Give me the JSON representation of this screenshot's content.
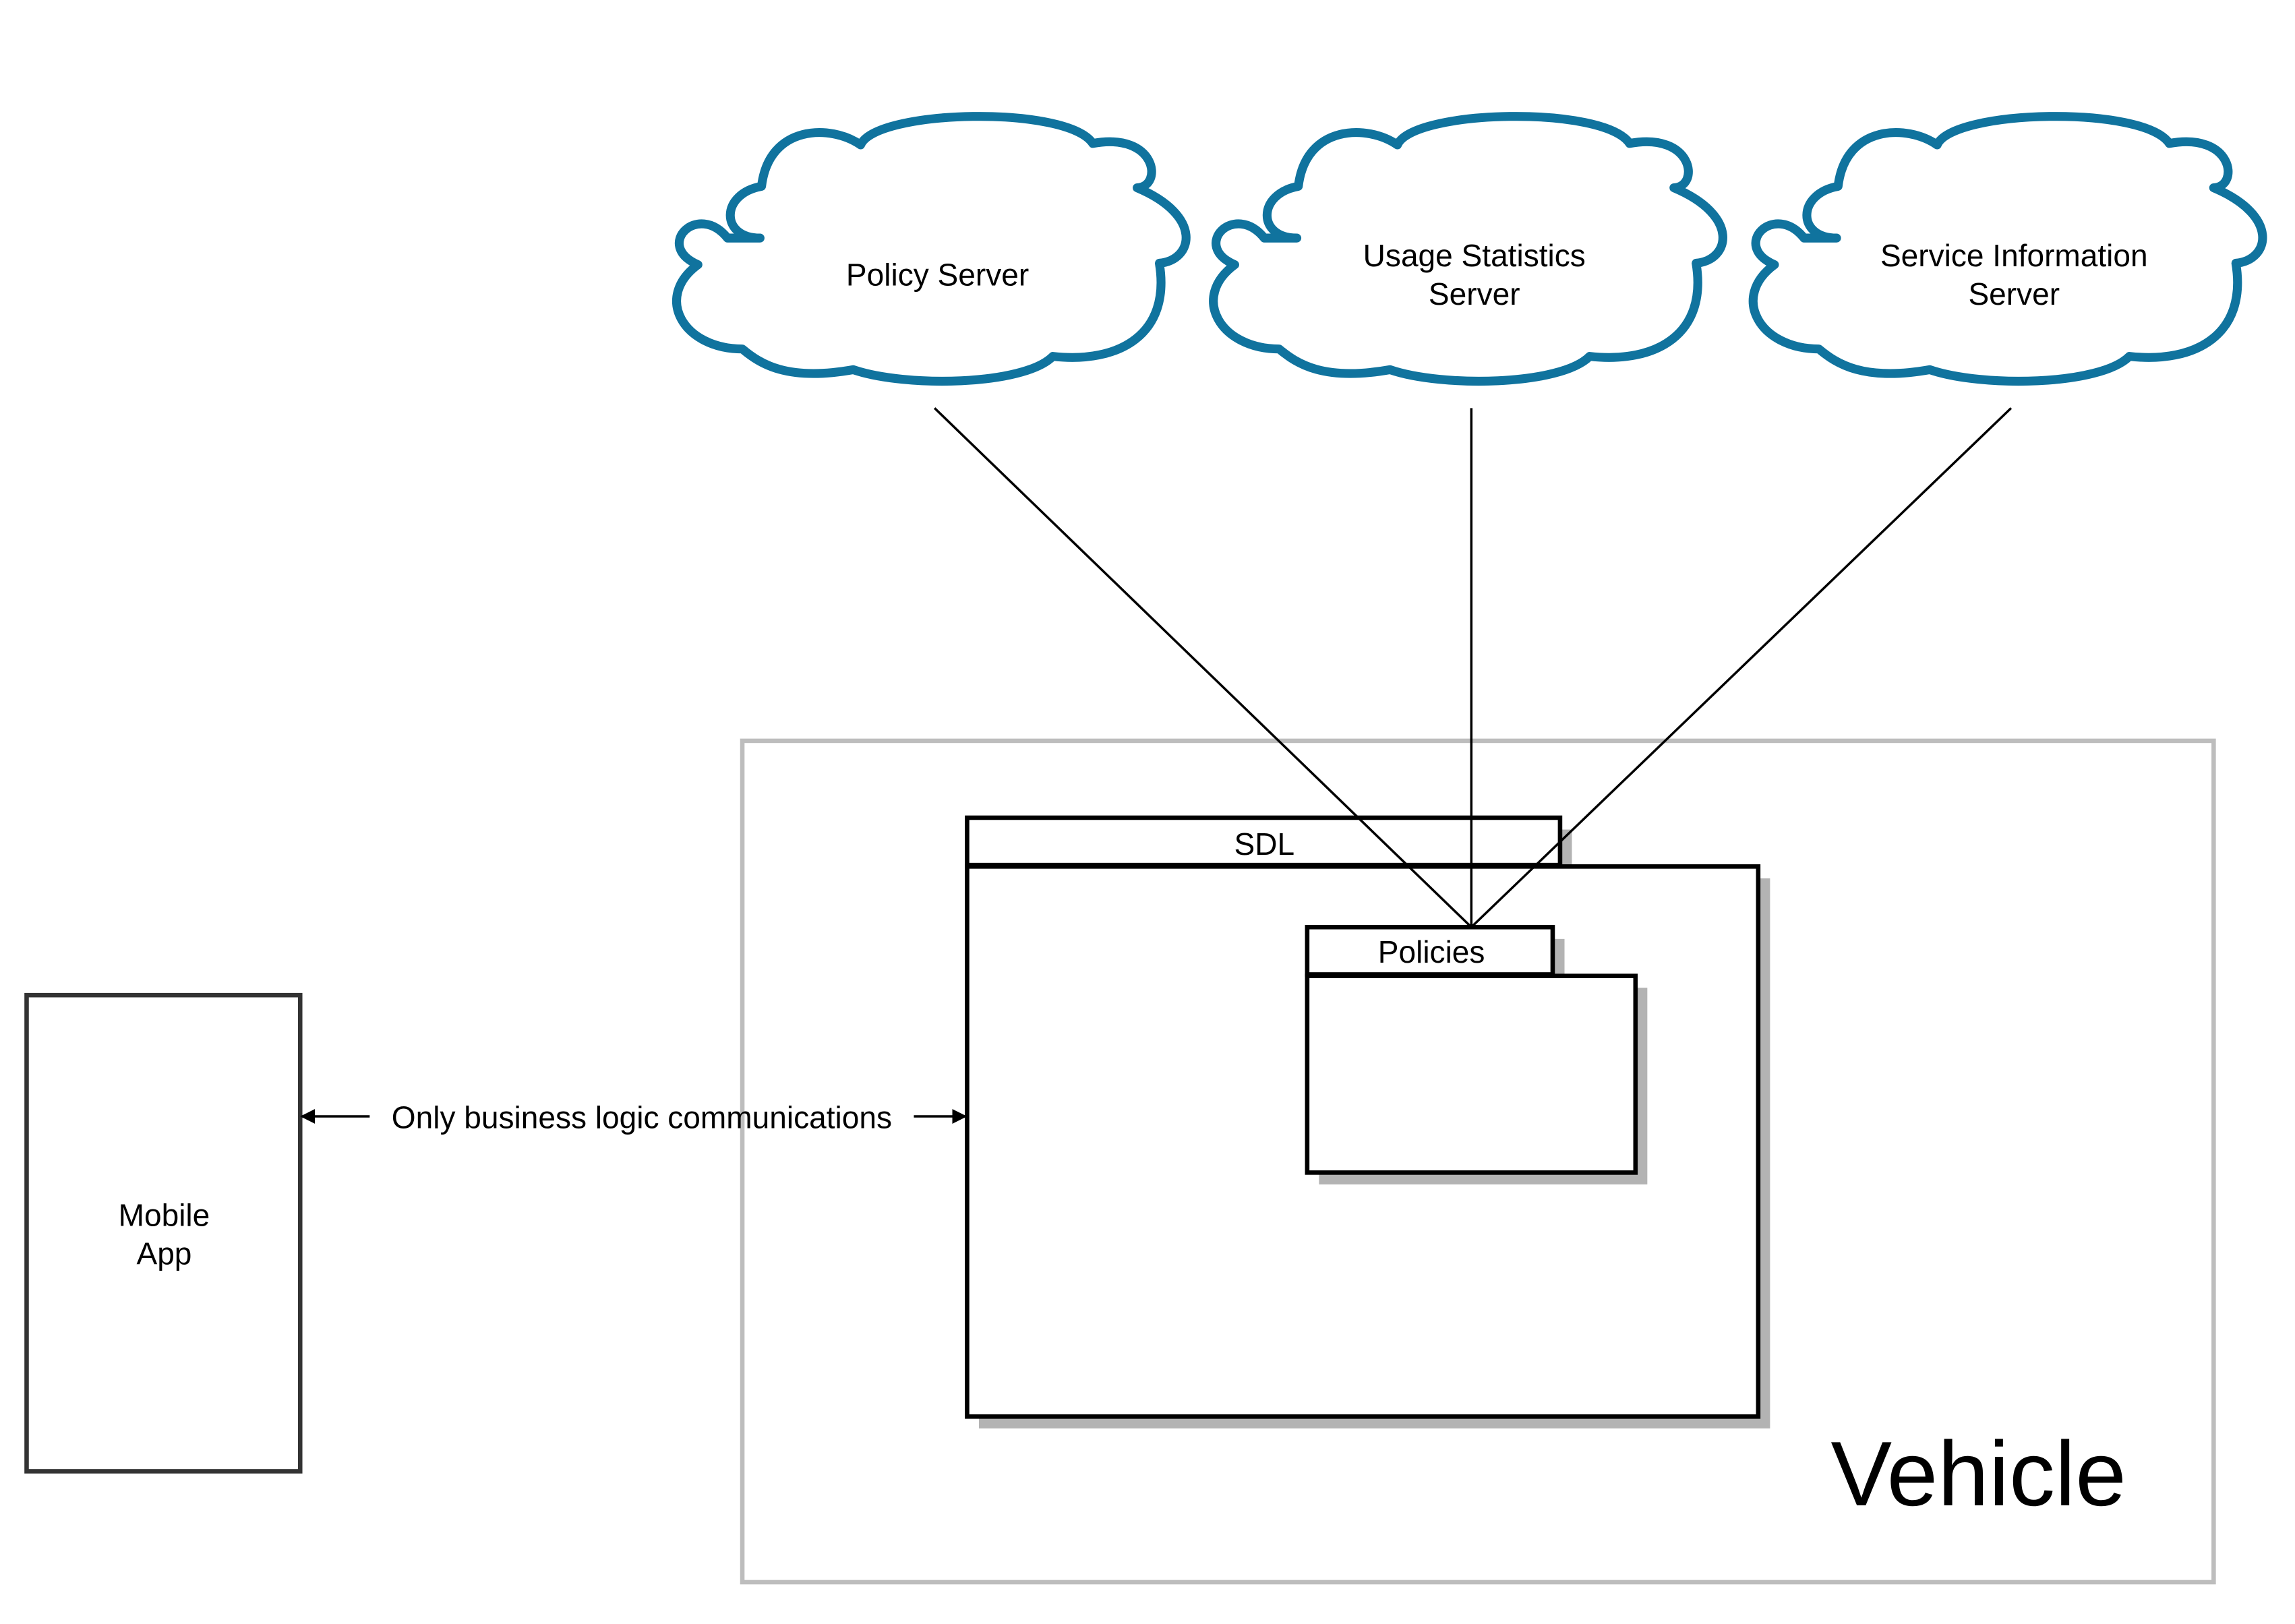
{
  "clouds": [
    {
      "id": "policy-server",
      "lines": [
        "Policy Server"
      ]
    },
    {
      "id": "usage-statistics-server",
      "lines": [
        "Usage Statistics",
        "Server"
      ]
    },
    {
      "id": "service-information-server",
      "lines": [
        "Service Information",
        "Server"
      ]
    }
  ],
  "vehicle": {
    "label": "Vehicle"
  },
  "sdl": {
    "label": "SDL"
  },
  "policies": {
    "label": "Policies"
  },
  "mobile_app": {
    "lines": [
      "Mobile",
      "App"
    ]
  },
  "connection": {
    "label": "Only business logic communications"
  },
  "colors": {
    "cloud_stroke": "#10739E",
    "vehicle_border": "#BDBDBD",
    "shadow": "#B3B3B3",
    "line": "#000000"
  }
}
